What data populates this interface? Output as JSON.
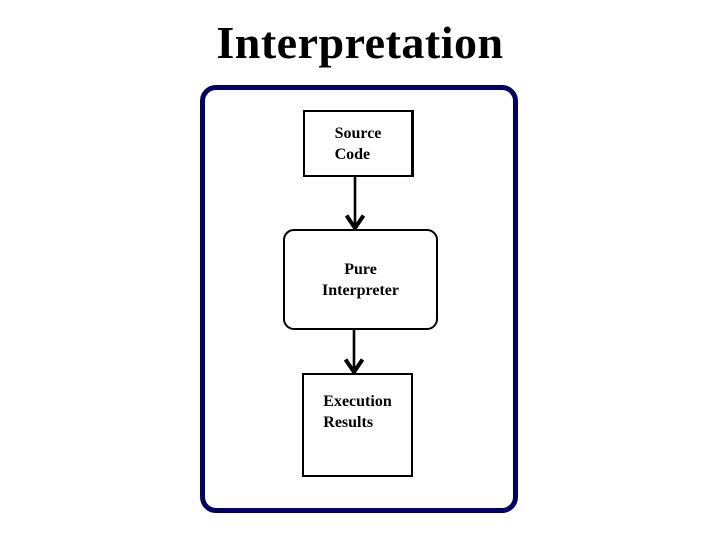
{
  "slide": {
    "title": "Interpretation",
    "diagram": {
      "nodes": [
        {
          "id": "source-code",
          "shape": "rectangle",
          "lines": [
            "Source",
            "Code"
          ]
        },
        {
          "id": "pure-interpreter",
          "shape": "rounded-rectangle",
          "lines": [
            "Pure",
            "Interpreter"
          ]
        },
        {
          "id": "execution-results",
          "shape": "rectangle",
          "lines": [
            "Execution",
            "Results"
          ]
        }
      ],
      "connectors": [
        {
          "from": "source-code",
          "to": "pure-interpreter",
          "direction": "down",
          "style": "open-chevron-arrow"
        },
        {
          "from": "pure-interpreter",
          "to": "execution-results",
          "direction": "down",
          "style": "open-chevron-arrow"
        }
      ]
    },
    "colors": {
      "background": "#ffffff",
      "frame_border": "#000066",
      "node_border": "#000000",
      "arrow": "#000000",
      "text": "#000000"
    }
  }
}
